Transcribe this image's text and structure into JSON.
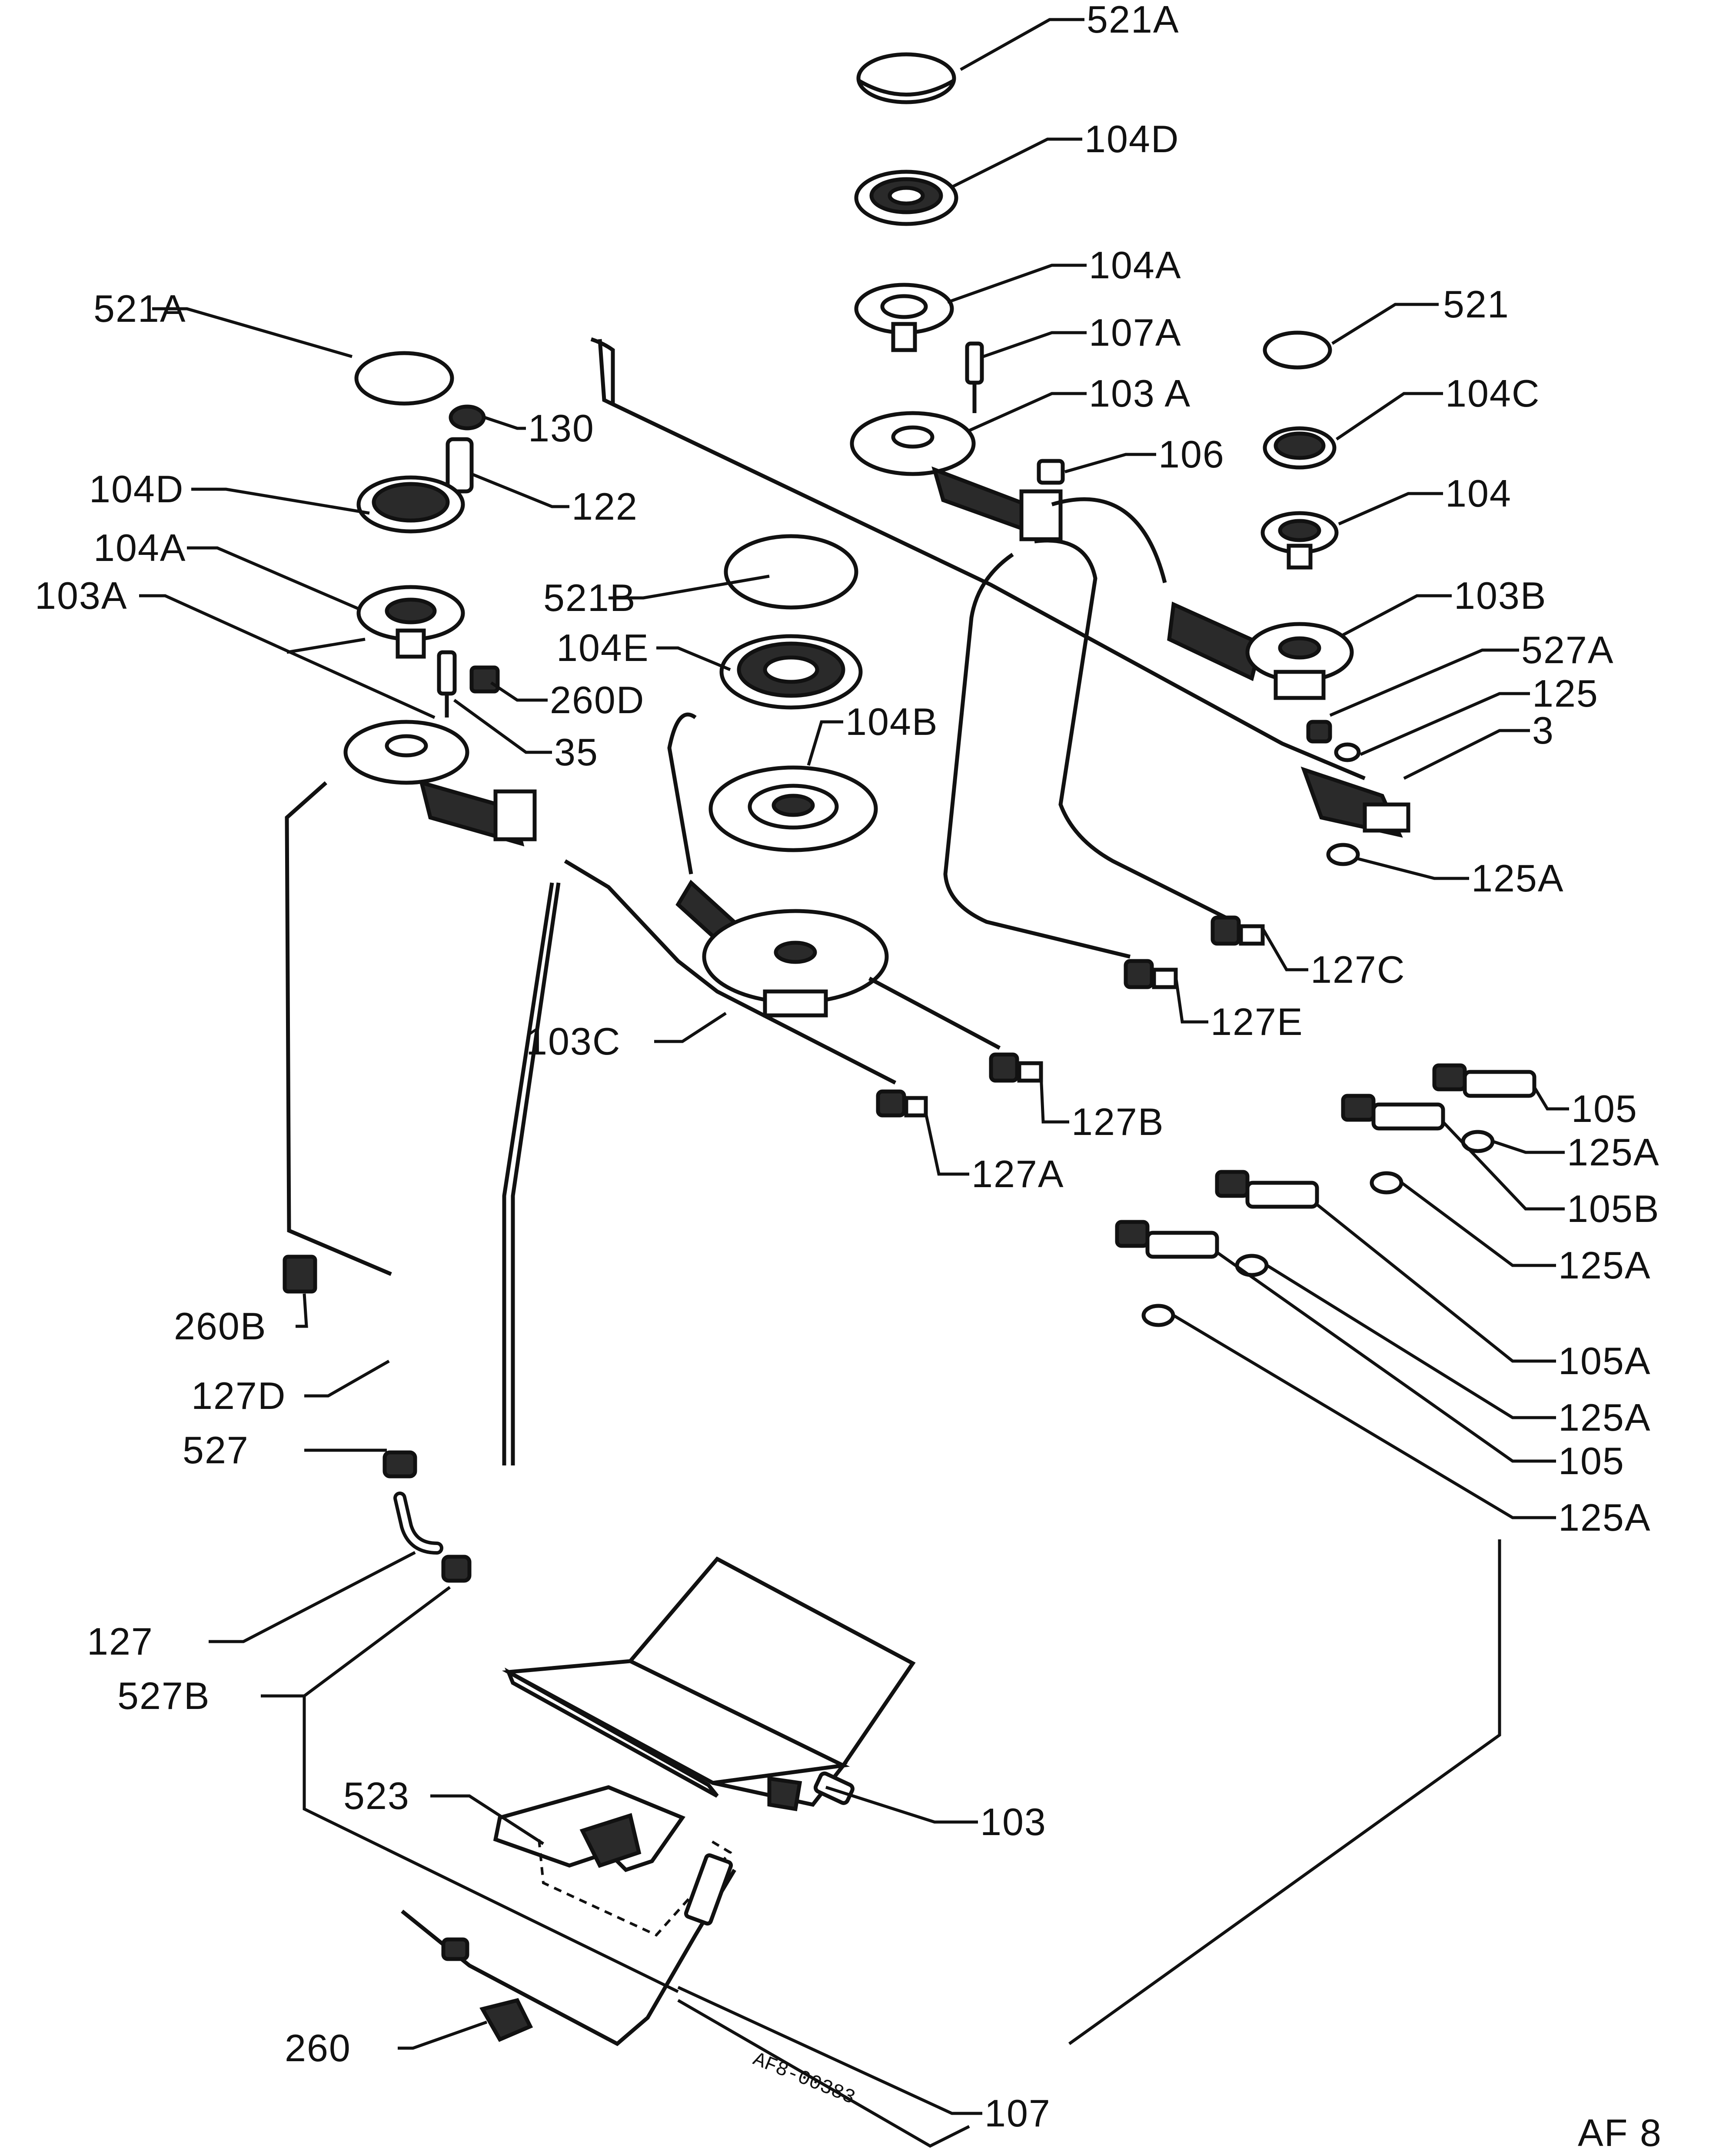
{
  "labels": {
    "l_521A_top": "521A",
    "l_104D_top": "104D",
    "l_104A_top": "104A",
    "l_107A": "107A",
    "l_103A_top": "103 A",
    "l_106": "106",
    "l_521": "521",
    "l_104C": "104C",
    "l_104": "104",
    "l_103B": "103B",
    "l_527A": "527A",
    "l_125": "125",
    "l_3": "3",
    "l_125A_1": "125A",
    "l_127C": "127C",
    "l_127E": "127E",
    "l_127B": "127B",
    "l_127A": "127A",
    "l_105_1": "105",
    "l_125A_2": "125A",
    "l_105B": "105B",
    "l_125A_3": "125A",
    "l_105A": "105A",
    "l_125A_4": "125A",
    "l_105_2": "105",
    "l_125A_5": "125A",
    "l_521A_left": "521A",
    "l_130": "130",
    "l_104D_left": "104D",
    "l_122": "122",
    "l_104A_left": "104A",
    "l_103A_left": "103A",
    "l_521B": "521B",
    "l_104E": "104E",
    "l_260D": "260D",
    "l_104B": "104B",
    "l_35": "35",
    "l_103C": "103C",
    "l_260B": "260B",
    "l_127D": "127D",
    "l_527": "527",
    "l_127": "127",
    "l_527B": "527B",
    "l_523": "523",
    "l_103": "103",
    "l_260": "260",
    "l_107": "107"
  },
  "drawing_code": "AF8-00383",
  "page_code": "AF 8",
  "colors": {
    "ink": "#111111",
    "paper": "#ffffff"
  }
}
